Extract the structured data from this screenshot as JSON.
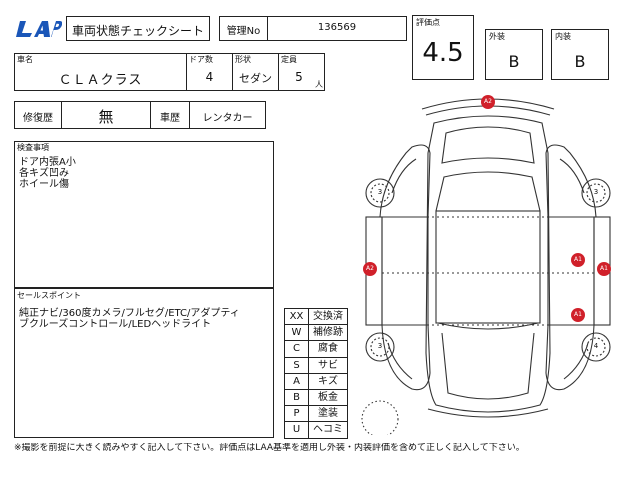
{
  "header": {
    "logo_text": "LAA",
    "title": "車両状態チェックシート",
    "kanri_label": "管理No",
    "kanri_value": "136569"
  },
  "ratings": {
    "hyoka_label": "評価点",
    "hyoka_value": "4.5",
    "gaiso_label": "外装",
    "gaiso_value": "B",
    "naiso_label": "内装",
    "naiso_value": "B"
  },
  "vehicle": {
    "name_label": "車名",
    "name_value": "ＣＬＡクラス",
    "doors_label": "ドア数",
    "doors_value": "4",
    "shape_label": "形状",
    "shape_value": "セダン",
    "capacity_label": "定員",
    "capacity_value": "5",
    "capacity_unit": "人"
  },
  "history": {
    "repair_label": "修復歴",
    "repair_value": "無",
    "record_label": "車歴",
    "record_value": "レンタカー"
  },
  "inspection": {
    "label": "検査事項",
    "text": "ドア内張A小\n各キズ凹み\nホイール傷"
  },
  "sales": {
    "label": "セールスポイント",
    "text": "純正ナビ/360度カメラ/フルセグ/ETC/アダプティ\nブクルーズコントロール/LEDヘッドライト"
  },
  "legend": [
    {
      "code": "XX",
      "meaning": "交換済"
    },
    {
      "code": "W",
      "meaning": "補修跡"
    },
    {
      "code": "C",
      "meaning": "腐食"
    },
    {
      "code": "S",
      "meaning": "サビ"
    },
    {
      "code": "A",
      "meaning": "キズ"
    },
    {
      "code": "B",
      "meaning": "板金"
    },
    {
      "code": "P",
      "meaning": "塗装"
    },
    {
      "code": "U",
      "meaning": "ヘコミ"
    }
  ],
  "diagram": {
    "marks": [
      "A2",
      "A2",
      "A1",
      "A1",
      "A1"
    ],
    "mark_color": "#d0202a",
    "tires": [
      "3",
      "3",
      "3",
      "4"
    ]
  },
  "footer": {
    "note": "※撮影を前提に大きく読みやすく記入して下さい。評価点はLAA基準を適用し外装・内装評価を含めて正しく記入して下さい。"
  }
}
